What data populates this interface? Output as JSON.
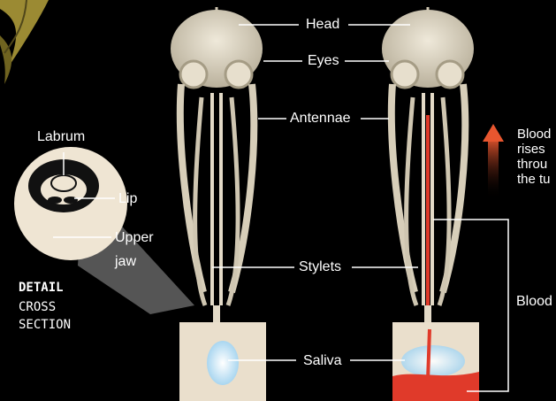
{
  "labels": {
    "head": "Head",
    "eyes": "Eyes",
    "antennae": "Antennae",
    "stylets": "Stylets",
    "saliva": "Saliva",
    "labrum": "Labrum",
    "lip": "Lip",
    "upper_jaw_line1": "Upper",
    "upper_jaw_line2": "jaw",
    "detail_title": "DETAIL",
    "detail_sub_line1": "CROSS",
    "detail_sub_line2": "SECTION",
    "blood_rises_1": "Blood",
    "blood_rises_2": "rises",
    "blood_rises_3": "throu",
    "blood_rises_4": "the tu",
    "blood": "Blood"
  },
  "colors": {
    "background": "#000000",
    "head": "#d8d0bd",
    "skin": "#eadfcc",
    "blood": "#e03a2a",
    "arrow": "#e8562f",
    "saliva": "#cfe8f7"
  }
}
